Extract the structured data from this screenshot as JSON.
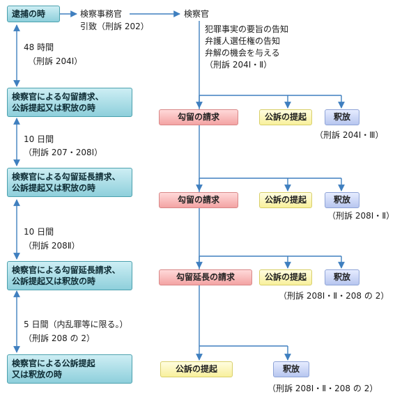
{
  "stages": [
    "逮捕の時",
    "検察官による勾留請求、\n公訴提起又は釈放の時",
    "検察官による勾留延長請求、\n公訴提起又は釈放の時",
    "検察官による勾留延長請求、\n公訴提起又は釈放の時",
    "検察官による公訴提起\n又は釈放の時"
  ],
  "intervals": [
    {
      "duration": "48 時間",
      "ref": "（刑訴 204Ⅰ）"
    },
    {
      "duration": "10 日間",
      "ref": "（刑訴 207・208Ⅰ）"
    },
    {
      "duration": "10 日間",
      "ref": "（刑訴 208Ⅱ）"
    },
    {
      "duration": "5 日間（内乱罪等に限る。）",
      "ref": "（刑訴 208 の 2）"
    }
  ],
  "top_flow": {
    "officer_transfer": "検察事務官",
    "transfer_ref": "引致（刑訴 202）",
    "prosecutor": "検察官",
    "notice": "犯罪事実の要旨の告知\n弁護人選任権の告知\n弁解の機会を与える\n（刑訴 204Ⅰ・Ⅱ）"
  },
  "options": [
    {
      "detain": "勾留の請求",
      "indict": "公訴の提起",
      "release": "釈放",
      "ref": "（刑訴 204Ⅰ・Ⅲ）"
    },
    {
      "detain": "勾留の請求",
      "indict": "公訴の提起",
      "release": "釈放",
      "ref": "（刑訴 208Ⅰ・Ⅱ）"
    },
    {
      "detain": "勾留延長の請求",
      "indict": "公訴の提起",
      "release": "釈放",
      "ref": "（刑訴 208Ⅰ・Ⅱ・208 の 2）"
    },
    {
      "indict": "公訴の提起",
      "release": "釈放",
      "ref": "（刑訴 208Ⅰ・Ⅱ・208 の 2）"
    }
  ]
}
